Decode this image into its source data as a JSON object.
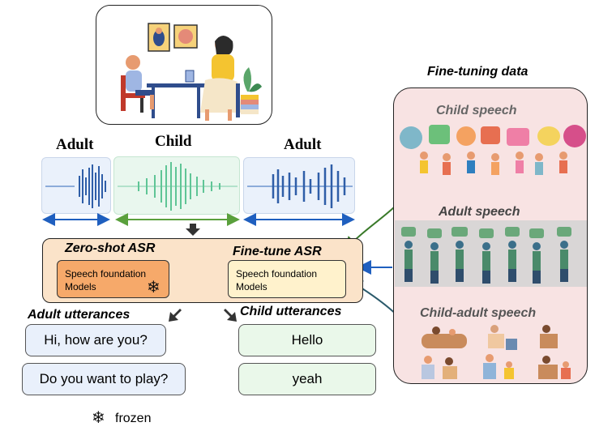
{
  "speakers": {
    "adult_left": "Adult",
    "child": "Child",
    "adult_right": "Adult"
  },
  "asr": {
    "zero_shot_title": "Zero-shot ASR",
    "fine_tune_title": "Fine-tune ASR",
    "zero_shot_model": "Speech foundation Models",
    "fine_tune_model": "Speech foundation Models"
  },
  "outputs": {
    "adult_title": "Adult utterances",
    "child_title": "Child utterances",
    "adult_items": [
      "Hi, how are you?",
      "Do you want to play?"
    ],
    "child_items": [
      "Hello",
      "yeah"
    ]
  },
  "finetuning": {
    "title": "Fine-tuning data",
    "child_speech": "Child speech",
    "adult_speech": "Adult speech",
    "child_adult_speech": "Child-adult speech"
  },
  "legend": {
    "frozen_label": "frozen",
    "frozen_icon": "snowflake-icon"
  },
  "colors": {
    "zero_shot_bg": "#f6a96a",
    "fine_tune_bg": "#fff2cc",
    "asr_panel_bg": "#fbe3c9",
    "finetune_panel_bg": "#f8e3e3",
    "adult_bubble": "#e9f0fb",
    "child_bubble": "#eaf8ea",
    "adult_wave": "#2f5ea8",
    "child_wave": "#5fc596"
  }
}
